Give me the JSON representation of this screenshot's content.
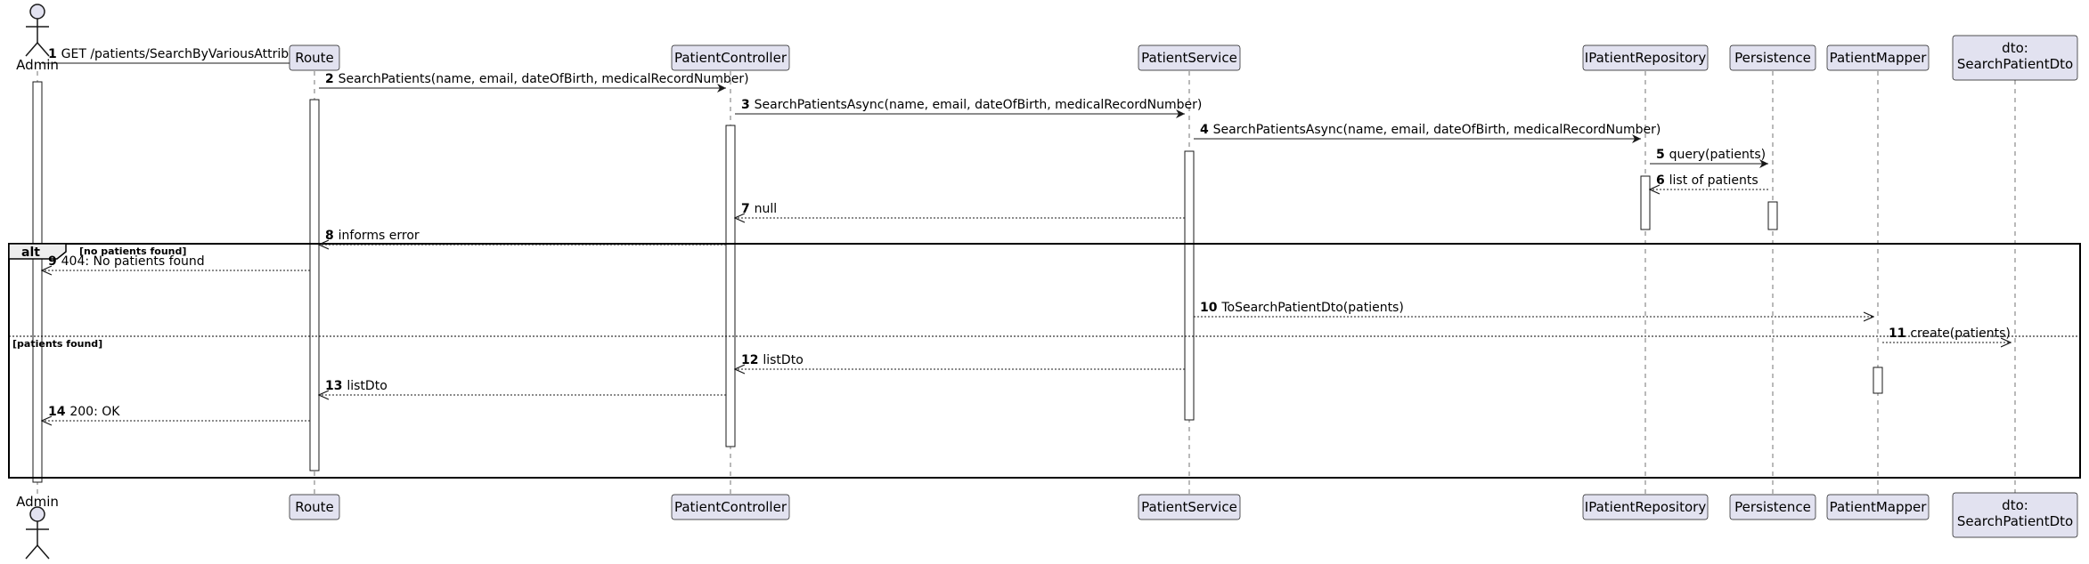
{
  "diagram": {
    "type": "sequence",
    "participants": [
      {
        "id": "admin",
        "kind": "actor",
        "label": "Admin"
      },
      {
        "id": "route",
        "kind": "participant",
        "label": "Route"
      },
      {
        "id": "controller",
        "kind": "participant",
        "label": "PatientController"
      },
      {
        "id": "service",
        "kind": "participant",
        "label": "PatientService"
      },
      {
        "id": "repo",
        "kind": "participant",
        "label": "IPatientRepository"
      },
      {
        "id": "persistence",
        "kind": "participant",
        "label": "Persistence"
      },
      {
        "id": "mapper",
        "kind": "participant",
        "label": "PatientMapper"
      },
      {
        "id": "dto",
        "kind": "participant",
        "label_lines": [
          "dto:",
          "SearchPatientDto"
        ]
      }
    ],
    "messages": [
      {
        "n": "1",
        "from": "admin",
        "to": "route",
        "text": "GET /patients/SearchByVariousAttributes",
        "style": "solid"
      },
      {
        "n": "2",
        "from": "route",
        "to": "controller",
        "text": "SearchPatients(name, email, dateOfBirth, medicalRecordNumber)",
        "style": "solid"
      },
      {
        "n": "3",
        "from": "controller",
        "to": "service",
        "text": "SearchPatientsAsync(name, email, dateOfBirth, medicalRecordNumber)",
        "style": "solid"
      },
      {
        "n": "4",
        "from": "service",
        "to": "repo",
        "text": "SearchPatientsAsync(name, email, dateOfBirth, medicalRecordNumber)",
        "style": "solid"
      },
      {
        "n": "5",
        "from": "repo",
        "to": "persistence",
        "text": "query(patients)",
        "style": "solid"
      },
      {
        "n": "6",
        "from": "persistence",
        "to": "repo",
        "text": "list of patients",
        "style": "dashed"
      },
      {
        "n": "7",
        "from": "service",
        "to": "controller",
        "text": "null",
        "style": "dashed"
      },
      {
        "n": "8",
        "from": "controller",
        "to": "route",
        "text": "informs error",
        "style": "dashed"
      },
      {
        "n": "9",
        "from": "route",
        "to": "admin",
        "text": "404: No patients found",
        "style": "dashed"
      },
      {
        "n": "10",
        "from": "service",
        "to": "mapper",
        "text": "ToSearchPatientDto(patients)",
        "style": "dashed"
      },
      {
        "n": "11",
        "from": "mapper",
        "to": "dto",
        "text": "create(patients)",
        "style": "dashed"
      },
      {
        "n": "12",
        "from": "service",
        "to": "controller",
        "text": "listDto",
        "style": "dashed"
      },
      {
        "n": "13",
        "from": "controller",
        "to": "route",
        "text": "listDto",
        "style": "dashed"
      },
      {
        "n": "14",
        "from": "route",
        "to": "admin",
        "text": "200: OK",
        "style": "dashed"
      }
    ],
    "fragment": {
      "kind": "alt",
      "guards": [
        "[no patients found]",
        "[patients found]"
      ]
    }
  }
}
